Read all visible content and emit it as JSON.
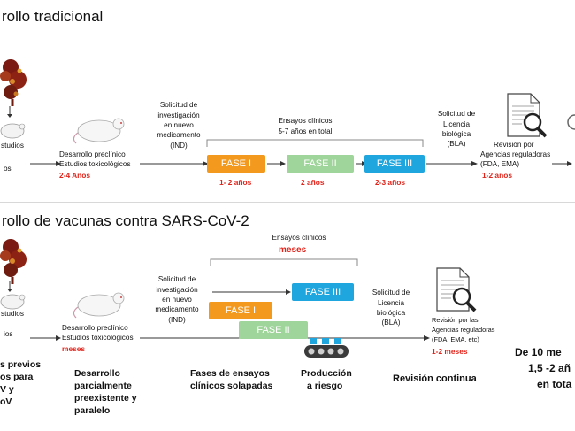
{
  "traditional": {
    "title": "rollo tradicional",
    "studies_line1": "studios",
    "studies_line2": "os",
    "preclinical_line1": "Desarrollo preclínico",
    "preclinical_line2": "Estudios toxicológicos",
    "preclinical_time": "2-4 Años",
    "ind_line1": "Solicitud de",
    "ind_line2": "investigación",
    "ind_line3": "en nuevo",
    "ind_line4": "medicamento",
    "ind_line5": "(IND)",
    "trials_line1": "Ensayos clínicos",
    "trials_line2": "5-7 años en total",
    "phase1": "FASE I",
    "phase2": "FASE II",
    "phase3": "FASE III",
    "phase1_time": "1- 2 años",
    "phase2_time": "2 años",
    "phase3_time": "2-3 años",
    "bla_line1": "Solicitud de",
    "bla_line2": "Licencia",
    "bla_line3": "biológica",
    "bla_line4": "(BLA)",
    "review_line1": "Revisión por",
    "review_line2": "Agencias reguladoras",
    "review_line3": "(FDA, EMA)",
    "review_time": "1-2 años"
  },
  "sars": {
    "title": "rollo de vacunas contra SARS-CoV-2",
    "trials_label": "Ensayos clínicos",
    "trials_time": "meses",
    "studies_line1": "studios",
    "studies_line2": "ios",
    "preclinical_line1": "Desarrollo preclínico",
    "preclinical_line2": "Estudios toxicológicos",
    "preclinical_time": "meses",
    "ind_line1": "Solicitud de",
    "ind_line2": "investigación",
    "ind_line3": "en nuevo",
    "ind_line4": "medicamento",
    "ind_line5": "(IND)",
    "phase1": "FASE I",
    "phase2": "FASE II",
    "phase3": "FASE III",
    "bla_line1": "Solicitud de",
    "bla_line2": "Licencia",
    "bla_line3": "biológica",
    "bla_line4": "(BLA)",
    "review_line1": "Revisión por las",
    "review_line2": "Agencias reguladoras",
    "review_line3": "(FDA, EMA, etc)",
    "review_time": "1-2 meses",
    "bottom_col1_line1": "s previos",
    "bottom_col1_line2": "os para",
    "bottom_col1_line3": "V y",
    "bottom_col1_line4": "oV",
    "bottom_col2_line1": "Desarrollo",
    "bottom_col2_line2": "parcialmente",
    "bottom_col2_line3": "preexistente y",
    "bottom_col2_line4": "paralelo",
    "bottom_col3_line1": "Fases de ensayos",
    "bottom_col3_line2": "clínicos solapadas",
    "bottom_col4_line1": "Producción",
    "bottom_col4_line2": "a riesgo",
    "bottom_col5": "Revisión continua",
    "total_line1": "De 10 me",
    "total_line2": "1,5 -2 añ",
    "total_line3": "en tota"
  },
  "colors": {
    "phase1": "#f39a1e",
    "phase2": "#9fd49a",
    "phase3": "#1fa6df",
    "accent_red": "#e2231a"
  },
  "icons": [
    "virus-icon",
    "mouse-icon",
    "document-magnifier-icon",
    "conveyor-icon"
  ]
}
